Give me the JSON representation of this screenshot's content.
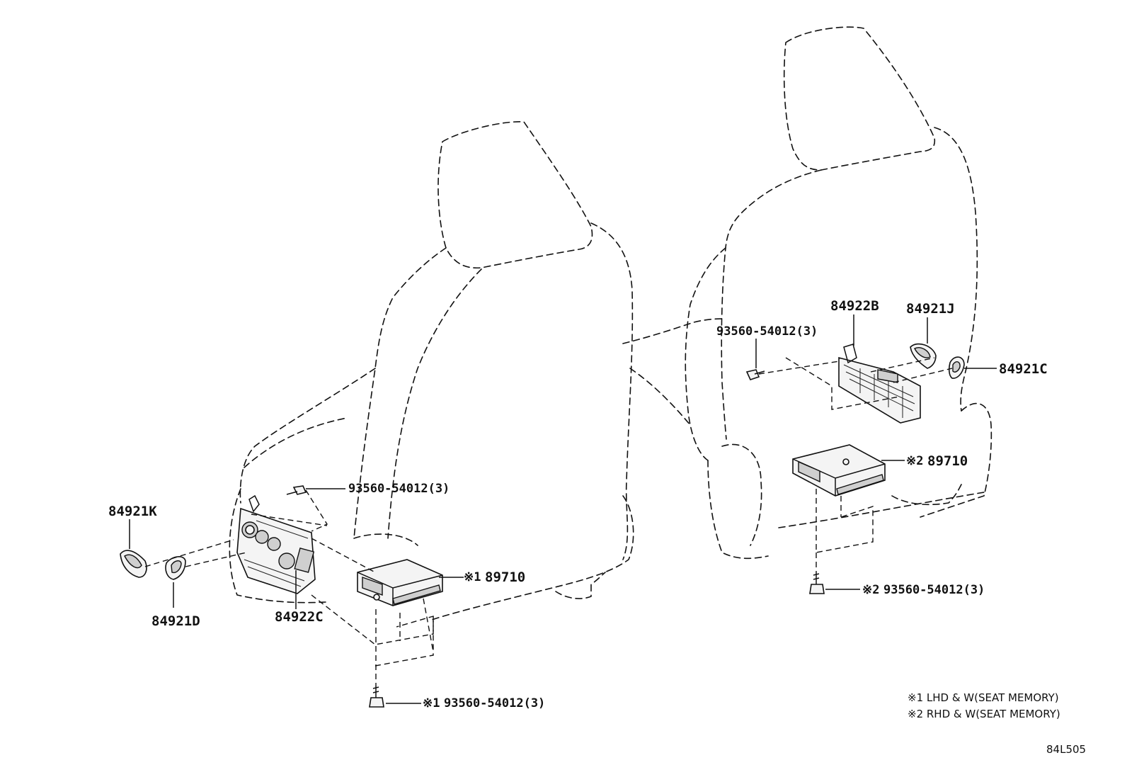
{
  "diagram_code": "84L505",
  "labels": {
    "p84921K": "84921K",
    "p84921D": "84921D",
    "p84922C": "84922C",
    "p84922B": "84922B",
    "p84921J": "84921J",
    "p84921C": "84921C",
    "bolt_left_top": "93560-54012(3)",
    "bolt_right_top": "93560-54012(3)",
    "ecu_left": "89710",
    "ecu_right": "89710",
    "bolt_left_bottom": "93560-54012(3)",
    "bolt_right_bottom": "93560-54012(3)",
    "mark1": "※1",
    "mark2": "※2"
  },
  "notes": [
    "※1 LHD & W(SEAT MEMORY)",
    "※2 RHD & W(SEAT MEMORY)"
  ]
}
